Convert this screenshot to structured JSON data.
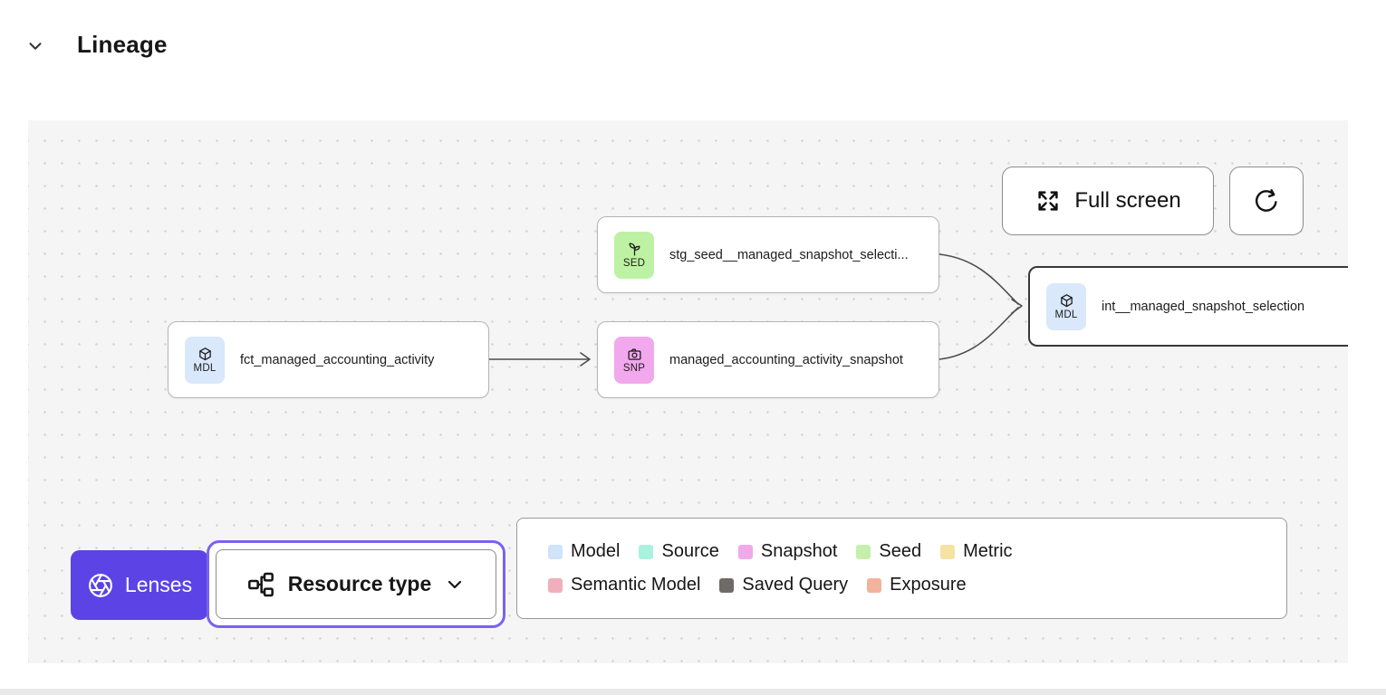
{
  "header": {
    "title": "Lineage"
  },
  "toolbar": {
    "full_screen_label": "Full screen"
  },
  "nodes": [
    {
      "badge": "SED",
      "label": "stg_seed__managed_snapshot_selecti...",
      "color": "#bdf2a4",
      "type": "seed"
    },
    {
      "badge": "MDL",
      "label": "fct_managed_accounting_activity",
      "color": "#d9e8fb",
      "type": "model"
    },
    {
      "badge": "SNP",
      "label": "managed_accounting_activity_snapshot",
      "color": "#f2a8ec",
      "type": "snapshot"
    },
    {
      "badge": "MDL",
      "label": "int__managed_snapshot_selection",
      "color": "#d9e8fb",
      "type": "model"
    }
  ],
  "lenses": {
    "label": "Lenses"
  },
  "resource_type": {
    "label": "Resource type"
  },
  "legend": {
    "items": [
      {
        "label": "Model",
        "color": "#cfe3f9"
      },
      {
        "label": "Source",
        "color": "#a8f2de"
      },
      {
        "label": "Snapshot",
        "color": "#f0aaeb"
      },
      {
        "label": "Seed",
        "color": "#c5efab"
      },
      {
        "label": "Metric",
        "color": "#f5e3a4"
      },
      {
        "label": "Semantic Model",
        "color": "#f0afbc"
      },
      {
        "label": "Saved Query",
        "color": "#6e6a66"
      },
      {
        "label": "Exposure",
        "color": "#f2b29c"
      }
    ]
  },
  "colors": {
    "accent_purple": "#5b43e6",
    "focus_ring_purple": "#7b61f0",
    "canvas_bg": "#f5f5f5"
  }
}
